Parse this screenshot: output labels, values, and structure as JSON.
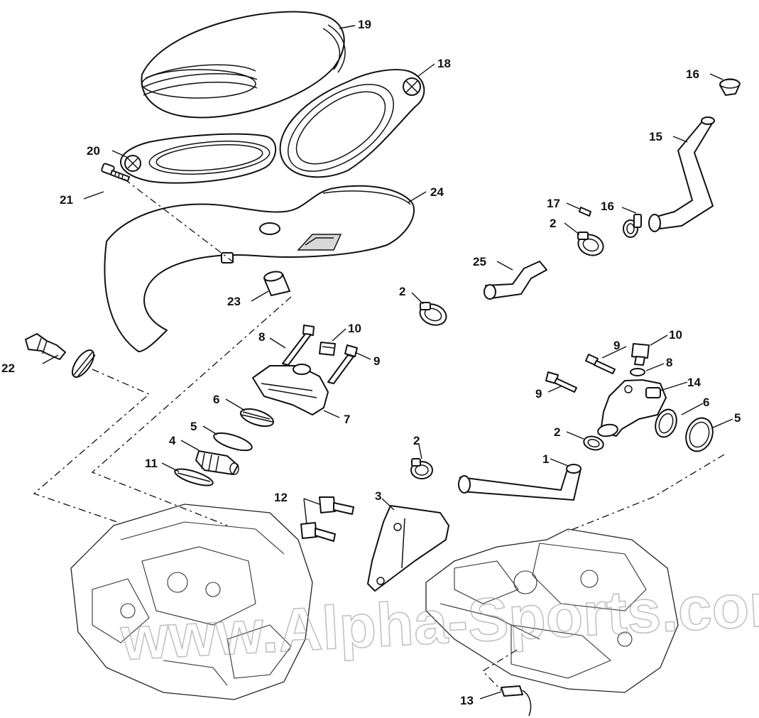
{
  "watermark": "www.Alpha-Sports.com",
  "callouts": [
    {
      "id": "c19",
      "label": "19"
    },
    {
      "id": "c18",
      "label": "18"
    },
    {
      "id": "c20",
      "label": "20"
    },
    {
      "id": "c21",
      "label": "21"
    },
    {
      "id": "c24",
      "label": "24"
    },
    {
      "id": "c16a",
      "label": "16"
    },
    {
      "id": "c15",
      "label": "15"
    },
    {
      "id": "c17",
      "label": "17"
    },
    {
      "id": "c16b",
      "label": "16"
    },
    {
      "id": "c2a",
      "label": "2"
    },
    {
      "id": "c25",
      "label": "25"
    },
    {
      "id": "c23",
      "label": "23"
    },
    {
      "id": "c2b",
      "label": "2"
    },
    {
      "id": "c22",
      "label": "22"
    },
    {
      "id": "c8a",
      "label": "8"
    },
    {
      "id": "c10a",
      "label": "10"
    },
    {
      "id": "c9a",
      "label": "9"
    },
    {
      "id": "c9b",
      "label": "9"
    },
    {
      "id": "c10b",
      "label": "10"
    },
    {
      "id": "c8b",
      "label": "8"
    },
    {
      "id": "c9c",
      "label": "9"
    },
    {
      "id": "c14",
      "label": "14"
    },
    {
      "id": "c6a",
      "label": "6"
    },
    {
      "id": "c7",
      "label": "7"
    },
    {
      "id": "c6b",
      "label": "6"
    },
    {
      "id": "c5a",
      "label": "5"
    },
    {
      "id": "c5b",
      "label": "5"
    },
    {
      "id": "c2c",
      "label": "2"
    },
    {
      "id": "c4",
      "label": "4"
    },
    {
      "id": "c2d",
      "label": "2"
    },
    {
      "id": "c1",
      "label": "1"
    },
    {
      "id": "c11",
      "label": "11"
    },
    {
      "id": "c12",
      "label": "12"
    },
    {
      "id": "c3",
      "label": "3"
    },
    {
      "id": "c13",
      "label": "13"
    }
  ]
}
